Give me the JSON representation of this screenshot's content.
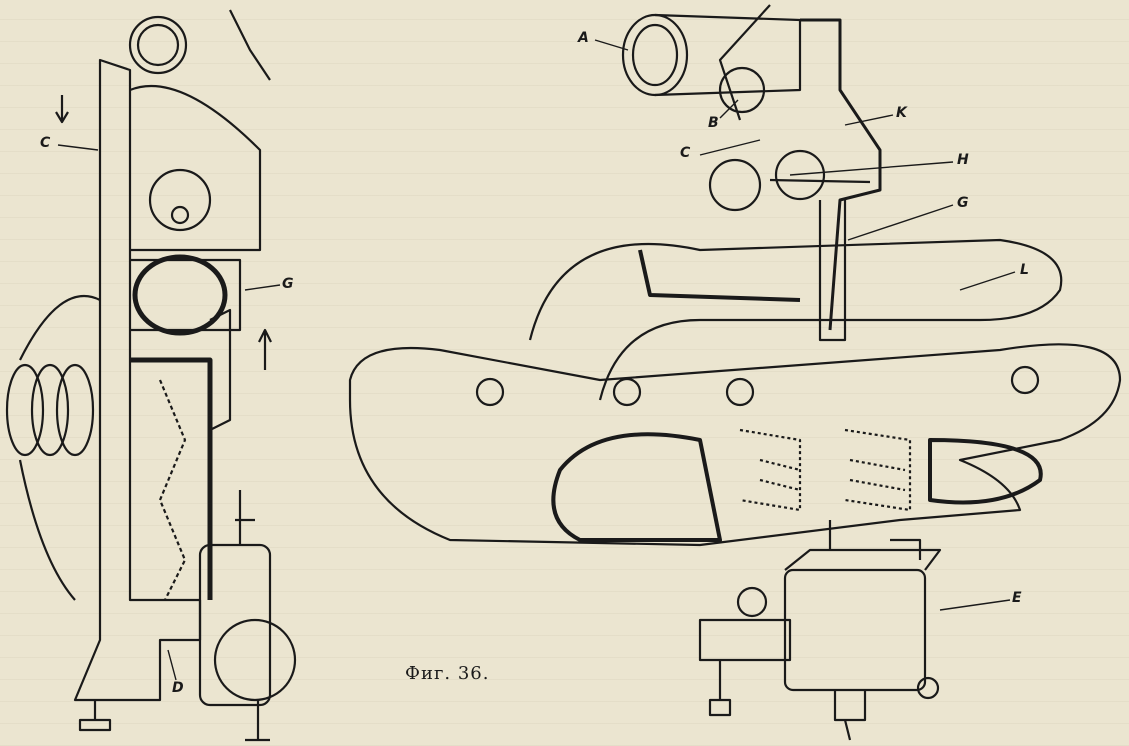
{
  "figure": {
    "caption": "Фиг. 36.",
    "labels_left": {
      "C": "C",
      "G": "G",
      "D": "D"
    },
    "labels_right": {
      "A": "A",
      "B": "B",
      "K": "K",
      "C": "C",
      "H": "H",
      "G": "G",
      "L": "L",
      "E": "E"
    }
  },
  "colors": {
    "paper": "#ebe5d0",
    "ink": "#1a1a1a"
  }
}
